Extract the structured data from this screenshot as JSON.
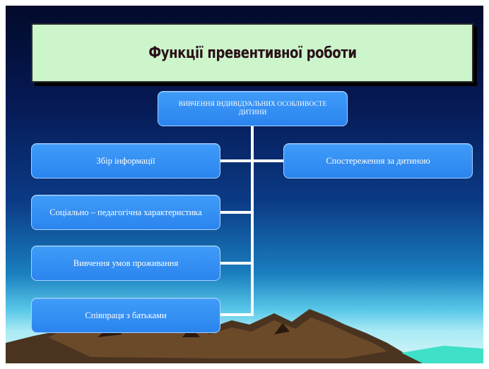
{
  "title": "Функції превентивної роботи",
  "root": {
    "line1": "ВИВЧЕННЯ ІНДИВІДУАЛЬНИХ ОСОБЛИВОСТЕ",
    "line2": "ДИТИНИ"
  },
  "left_items": [
    {
      "label": "Збір інформації"
    },
    {
      "label": "Соціально – педагогічна характеристика"
    },
    {
      "label": "Вивчення умов проживання"
    },
    {
      "label": "Співпраця з батьками"
    }
  ],
  "right_items": [
    {
      "label": "Спостереження за дитиною"
    }
  ],
  "colors": {
    "title_bg": "#ccf5cc",
    "node_fill": "#3390f5",
    "connector": "#ffffff"
  }
}
